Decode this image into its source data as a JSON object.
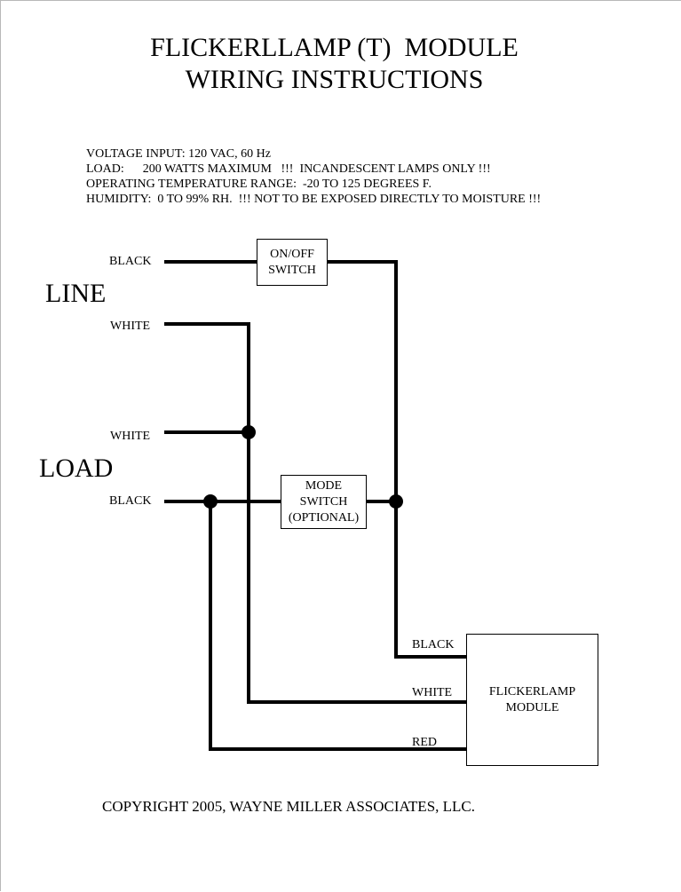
{
  "title": {
    "line1": "FLICKERLLAMP (T)  MODULE",
    "line2": "WIRING INSTRUCTIONS"
  },
  "specs": {
    "voltage": "VOLTAGE INPUT: 120 VAC, 60 Hz",
    "load": "LOAD:      200 WATTS MAXIMUM   !!!  INCANDESCENT LAMPS ONLY !!!",
    "temperature": "OPERATING TEMPERATURE RANGE:  -20 TO 125 DEGREES F.",
    "humidity": "HUMIDITY:  0 TO 99% RH.  !!! NOT TO BE EXPOSED DIRECTLY TO MOISTURE !!!"
  },
  "line_group": {
    "label": "LINE",
    "wires": [
      "BLACK",
      "WHITE"
    ]
  },
  "load_group": {
    "label": "LOAD",
    "wires": [
      "WHITE",
      "BLACK"
    ]
  },
  "switches": {
    "onoff": [
      "ON/OFF",
      "SWITCH"
    ],
    "mode": [
      "MODE",
      "SWITCH",
      "(OPTIONAL)"
    ]
  },
  "module": {
    "lines": [
      "FLICKERLAMP",
      "MODULE"
    ],
    "wires": [
      "BLACK",
      "WHITE",
      "RED"
    ]
  },
  "copyright": "COPYRIGHT 2005, WAYNE MILLER ASSOCIATES, LLC.",
  "colors": {
    "wire": "#000000",
    "background": "#ffffff",
    "sheet_border": "#b8b8b8"
  }
}
